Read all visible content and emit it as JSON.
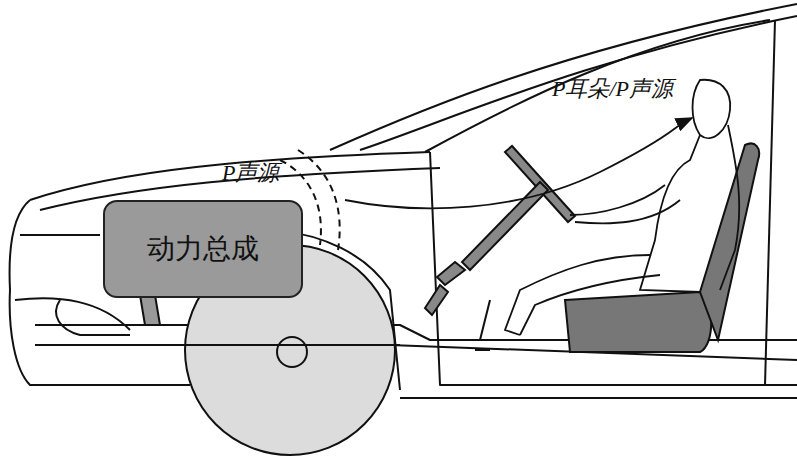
{
  "diagram": {
    "nodes": [
      {
        "text": [
          "动力总成"
        ]
      }
    ],
    "labels": [
      "P声源",
      "P耳朵/P声源"
    ]
  }
}
